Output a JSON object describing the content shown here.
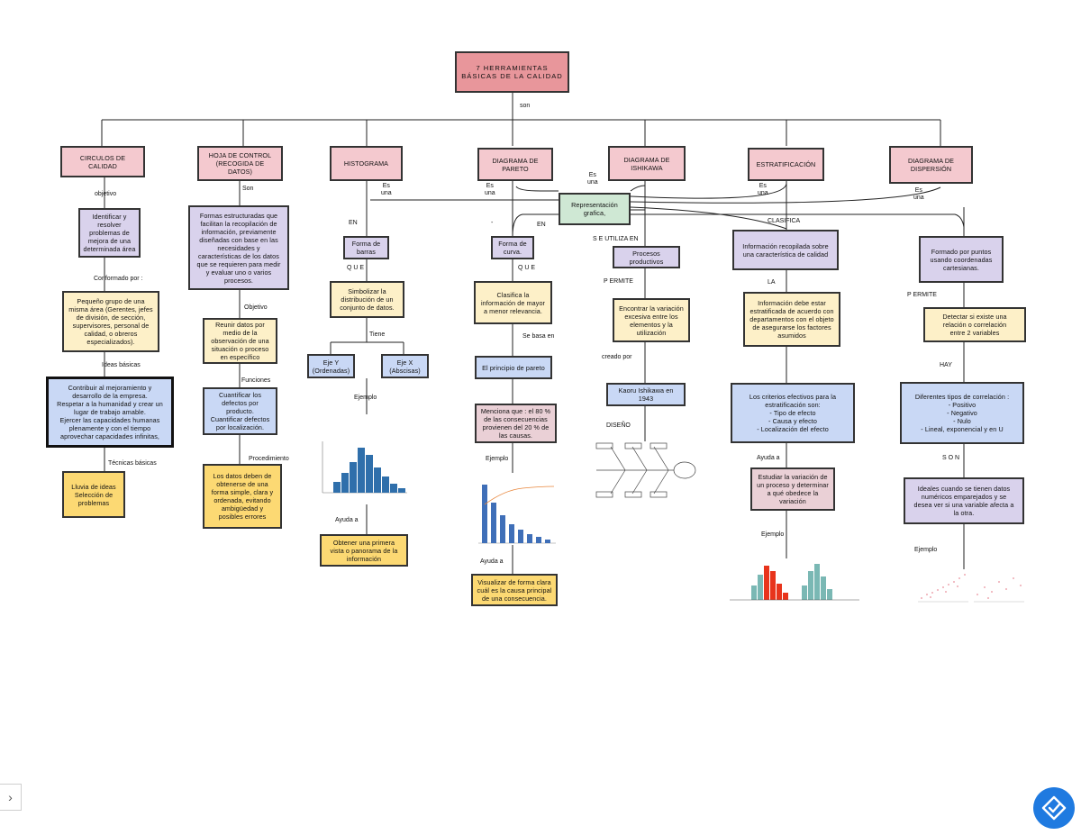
{
  "title": "7 HERRAMIENTAS BÁSICAS DE LA CALIDAD",
  "connector_labels": {
    "son": "son",
    "objetivo": "objetivo",
    "son2": "Son",
    "conformado_por": "Conformado por :",
    "ideas_basicas": "Ideas básicas",
    "tecnicas_basicas": "Técnicas básicas",
    "objetivo2": "Objetivo",
    "funciones": "Funciones",
    "procedimiento": "Procedimiento",
    "es_una_hist": "Es\nuna",
    "en_hist": "EN",
    "que_hist": "Q U E",
    "tiene": "Tiene",
    "ejemplo_hist": "Ejemplo",
    "ayuda_hist": "Ayuda a",
    "es_una_par": "Es\nuna",
    "en_par": "EN",
    "que_par": "Q U E",
    "se_basa_en": "Se basa en",
    "ejemplo_par": "Ejemplo",
    "ayuda_par": "Ayuda a",
    "es_una_ish": "Es\nuna",
    "se_utiliza_en": "S E UTILIZA EN",
    "permite_ish": "P ERMITE",
    "creado_por": "creado por",
    "diseno": "DISEÑO",
    "es_una_est": "Es\nuna",
    "clasifica": "CLASIFICA",
    "la": "LA",
    "ayuda_est": "Ayuda a",
    "ejemplo_est": "Ejemplo",
    "es_una_dis": "Es\nuna",
    "permite_dis": "P ERMITE",
    "hay": "HAY",
    "son_dis": "S O N",
    "ejemplo_dis": "Ejemplo",
    "dash": "-"
  },
  "tools": {
    "circulos": "CIRCULOS DE\nCALIDAD",
    "hoja": "HOJA DE CONTROL\n(RECOGIDA DE\nDATOS)",
    "histograma": "HISTOGRAMA",
    "pareto": "DIAGRAMA DE\nPARETO",
    "ishikawa": "DIAGRAMA DE\nISHIKAWA",
    "estratificacion": "ESTRATIFICACIÓN",
    "dispersion": "DIAGRAMA DE\nDISPERSIÓN"
  },
  "shared": "Representación\ngrafica,",
  "circulos": {
    "objetivo": "Identificar y\nresolver\nproblemas de\nmejora de una\ndeterminada área",
    "conformado": "Pequeño grupo de una\nmisma área (Gerentes, jefes\nde división, de sección,\nsupervisores, personal de\ncalidad, o obreros\nespecializados).",
    "ideas": "Contribuir al mejoramiento y\ndesarrollo de la empresa.\nRespetar a la humanidad y crear un\nlugar de trabajo amable.\nEjercer las capacidades humanas\nplenamente y con el tiempo\naprovechar capacidades infinitas,",
    "tecnicas": "Lluvia de ideas\nSelección de\nproblemas"
  },
  "hoja": {
    "son": "Formas estructuradas que\nfacilitan la recopilación de\ninformación, previamente\ndiseñadas con base en las\nnecesidades y\ncaracterísticas de los datos\nque se requieren para medir\ny evaluar uno o varios\nprocesos.",
    "objetivo": "Reunir datos por\nmedio de la\nobservación de una\nsituación o proceso\nen específico",
    "funciones": "Cuantificar los\ndefectos por\nproducto.\nCuantificar defectos\npor localización.",
    "procedimiento": "Los datos deben de\nobtenerse de una\nforma simple, clara y\nordenada, evitando\nambigüedad y\nposibles errores"
  },
  "histograma": {
    "forma": "Forma de\nbarras",
    "que": "Simbolizar la\ndistribución de un\nconjunto de datos.",
    "eje_y": "Eje Y\n(Ordenadas)",
    "eje_x": "Eje X\n(Abscisas)",
    "ayuda": "Obtener una primera\nvista o panorama de la\ninformación"
  },
  "pareto": {
    "forma": "Forma de\ncurva.",
    "que": "Clasifica la\ninformación de mayor\na menor relevancia.",
    "base": "El principio de pareto",
    "menciona": "Menciona que : el 80 %\nde las consecuencias\nprovienen del 20 % de\nlas causas.",
    "ayuda": "Visualizar de forma clara\ncuál es la causa principal\nde una consecuencia."
  },
  "ishikawa": {
    "procesos": "Procesos\nproductivos",
    "permite": "Encontrar la variación\nexcesiva entre los\nelementos y la\nutilización",
    "creador": "Kaoru Ishikawa en\n1943"
  },
  "estratificacion": {
    "info": "Información recopilada sobre\nuna característica de calidad",
    "la": "Información debe estar\nestratificada de acuerdo con\ndepartamentos con el objeto\nde asegurarse los factores\nasumidos",
    "criterios": "Los criterios efectivos para la\nestratificación son:\n- Tipo de efecto\n- Causa y efecto\n- Localización del efecto",
    "ayuda": "Estudiar la variación de\nun proceso y determinar\na qué obedece la\nvariación"
  },
  "dispersion": {
    "formado": "Formado por puntos\nusando coordenadas\ncartesianas.",
    "permite": "Detectar si existe una\nrelación o correlación\nentre 2 variables",
    "hay": "Diferentes tipos de correlación :\n- Positivo\n- Negativo\n- Nulo\n- Lineal, exponencial y en U",
    "son": "Ideales cuando se tienen datos\nnuméricos emparejados y se\ndesea ver si una variable afecta a\nla otra."
  },
  "colors": {
    "pink": "#f4c9cf",
    "title": "#e8969b",
    "lavender": "#d9d2ec",
    "cream": "#fdf0c8",
    "blue": "#c9d8f5",
    "gold": "#fcd973",
    "green": "#cfe8d4",
    "rose": "#ead0d6",
    "hist_bar": "#2f6fab",
    "accent_red": "#e8341c",
    "fab": "#1f7ae0"
  },
  "icons": {
    "sidebar": "chevron-right-icon",
    "fab": "assistant-logo-icon"
  }
}
